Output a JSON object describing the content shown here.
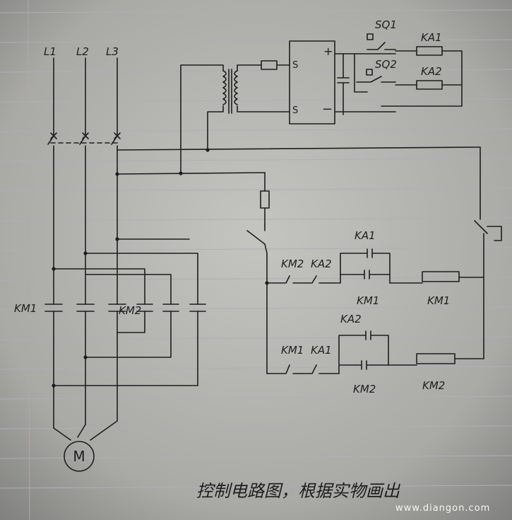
{
  "phases": [
    "L1",
    "L2",
    "L3"
  ],
  "contactors": {
    "main": "KM1",
    "reverse": "KM2"
  },
  "motor": "M",
  "limit_switches": [
    "SQ1",
    "SQ2"
  ],
  "relays": [
    "KA1",
    "KA2"
  ],
  "power_terminals": {
    "plus": "+",
    "minus": "−",
    "in1": "S",
    "in2": "S"
  },
  "rung1": {
    "interlock": "KM2",
    "relay_interlock": "KA2",
    "contact_top": "KA1",
    "contact_hold": "KM1",
    "coil": "KM1"
  },
  "rung2": {
    "interlock": "KM1",
    "relay_interlock": "KA1",
    "contact_top": "KA2",
    "contact_hold": "KM2",
    "coil": "KM2"
  },
  "caption": "控制电路图，根据实物画出",
  "watermark": "www.diangon.com"
}
